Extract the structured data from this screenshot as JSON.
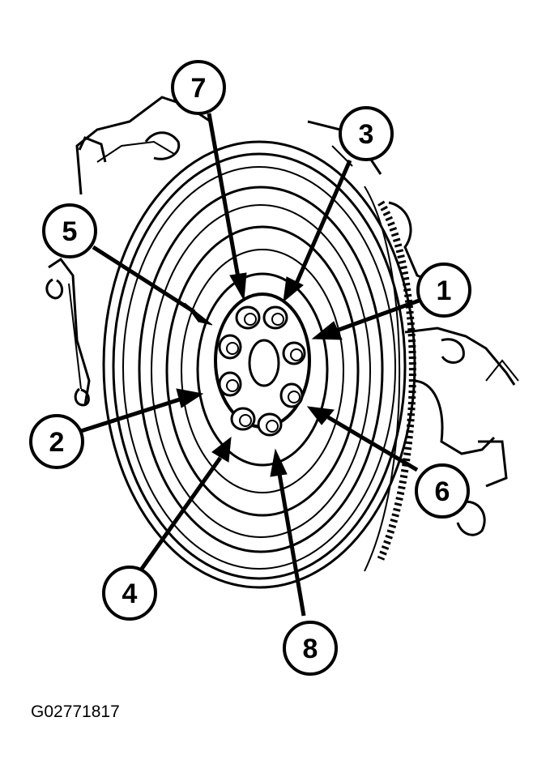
{
  "figure_id": "G02771817",
  "callouts": [
    {
      "label": "1"
    },
    {
      "label": "2"
    },
    {
      "label": "3"
    },
    {
      "label": "4"
    },
    {
      "label": "5"
    },
    {
      "label": "6"
    },
    {
      "label": "7"
    },
    {
      "label": "8"
    }
  ]
}
